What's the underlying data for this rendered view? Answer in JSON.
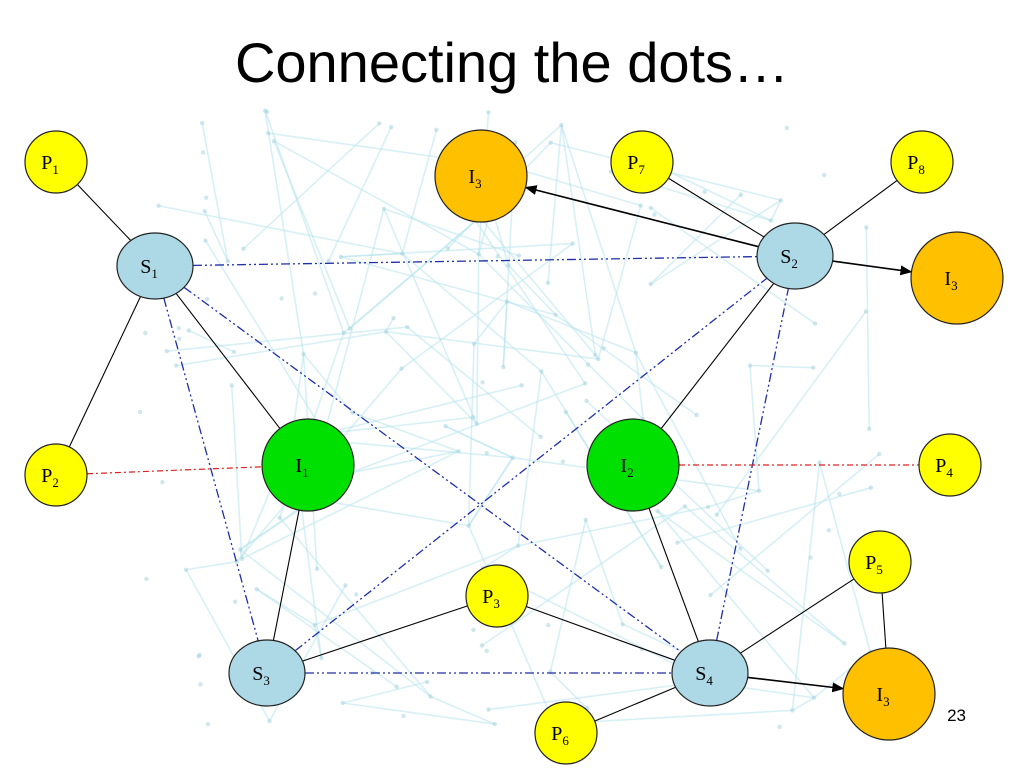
{
  "slide": {
    "title": "Connecting the dots…",
    "page_number": "23"
  },
  "colors": {
    "server": "#add8e6",
    "peer": "#ffff00",
    "infected": "#00e000",
    "initiator": "#ffc000",
    "outline": "#222222",
    "dashed_blue": "#1f2fa8",
    "dashed_red": "#e02020",
    "background_network": "#b8e4ee"
  },
  "nodes": [
    {
      "id": "P1",
      "kind": "peer",
      "letter": "P",
      "sub": "1"
    },
    {
      "id": "P2",
      "kind": "peer",
      "letter": "P",
      "sub": "2"
    },
    {
      "id": "P3",
      "kind": "peer",
      "letter": "P",
      "sub": "3"
    },
    {
      "id": "P4",
      "kind": "peer",
      "letter": "P",
      "sub": "4"
    },
    {
      "id": "P5",
      "kind": "peer",
      "letter": "P",
      "sub": "5"
    },
    {
      "id": "P6",
      "kind": "peer",
      "letter": "P",
      "sub": "6"
    },
    {
      "id": "P7",
      "kind": "peer",
      "letter": "P",
      "sub": "7"
    },
    {
      "id": "P8",
      "kind": "peer",
      "letter": "P",
      "sub": "8"
    },
    {
      "id": "S1",
      "kind": "server",
      "letter": "S",
      "sub": "1"
    },
    {
      "id": "S2",
      "kind": "server",
      "letter": "S",
      "sub": "2"
    },
    {
      "id": "S3",
      "kind": "server",
      "letter": "S",
      "sub": "3"
    },
    {
      "id": "S4",
      "kind": "server",
      "letter": "S",
      "sub": "4"
    },
    {
      "id": "I1",
      "kind": "infected",
      "letter": "I",
      "sub": "1"
    },
    {
      "id": "I2",
      "kind": "infected",
      "letter": "I",
      "sub": "2"
    },
    {
      "id": "I3a",
      "kind": "initiator",
      "letter": "I",
      "sub": "3"
    },
    {
      "id": "I3b",
      "kind": "initiator",
      "letter": "I",
      "sub": "3"
    },
    {
      "id": "I3c",
      "kind": "initiator",
      "letter": "I",
      "sub": "3"
    }
  ],
  "edges": [
    {
      "from": "P1",
      "to": "S1",
      "style": "solid"
    },
    {
      "from": "P2",
      "to": "S1",
      "style": "solid"
    },
    {
      "from": "S1",
      "to": "I1",
      "style": "solid"
    },
    {
      "from": "I1",
      "to": "S3",
      "style": "solid"
    },
    {
      "from": "P3",
      "to": "S3",
      "style": "solid"
    },
    {
      "from": "P3",
      "to": "S4",
      "style": "solid"
    },
    {
      "from": "P6",
      "to": "S4",
      "style": "solid"
    },
    {
      "from": "S4",
      "to": "P5",
      "style": "solid"
    },
    {
      "from": "P5",
      "to": "I3c",
      "style": "solid"
    },
    {
      "from": "I2",
      "to": "S4",
      "style": "solid"
    },
    {
      "from": "I2",
      "to": "S2",
      "style": "solid"
    },
    {
      "from": "P7",
      "to": "S2",
      "style": "solid"
    },
    {
      "from": "P8",
      "to": "S2",
      "style": "solid"
    },
    {
      "from": "S2",
      "to": "I3a",
      "style": "arrow"
    },
    {
      "from": "S2",
      "to": "I3b",
      "style": "arrow"
    },
    {
      "from": "S4",
      "to": "I3c",
      "style": "arrow"
    },
    {
      "from": "S1",
      "to": "S2",
      "style": "dashed-blue"
    },
    {
      "from": "S1",
      "to": "S3",
      "style": "dashed-blue"
    },
    {
      "from": "S1",
      "to": "S4",
      "style": "dashed-blue"
    },
    {
      "from": "S3",
      "to": "S2",
      "style": "dashed-blue"
    },
    {
      "from": "S3",
      "to": "S4",
      "style": "dashed-blue"
    },
    {
      "from": "S4",
      "to": "S2",
      "style": "dashed-blue"
    },
    {
      "from": "P2",
      "to": "I1",
      "style": "dashed-red"
    },
    {
      "from": "I2",
      "to": "P4",
      "style": "dashed-red"
    }
  ]
}
